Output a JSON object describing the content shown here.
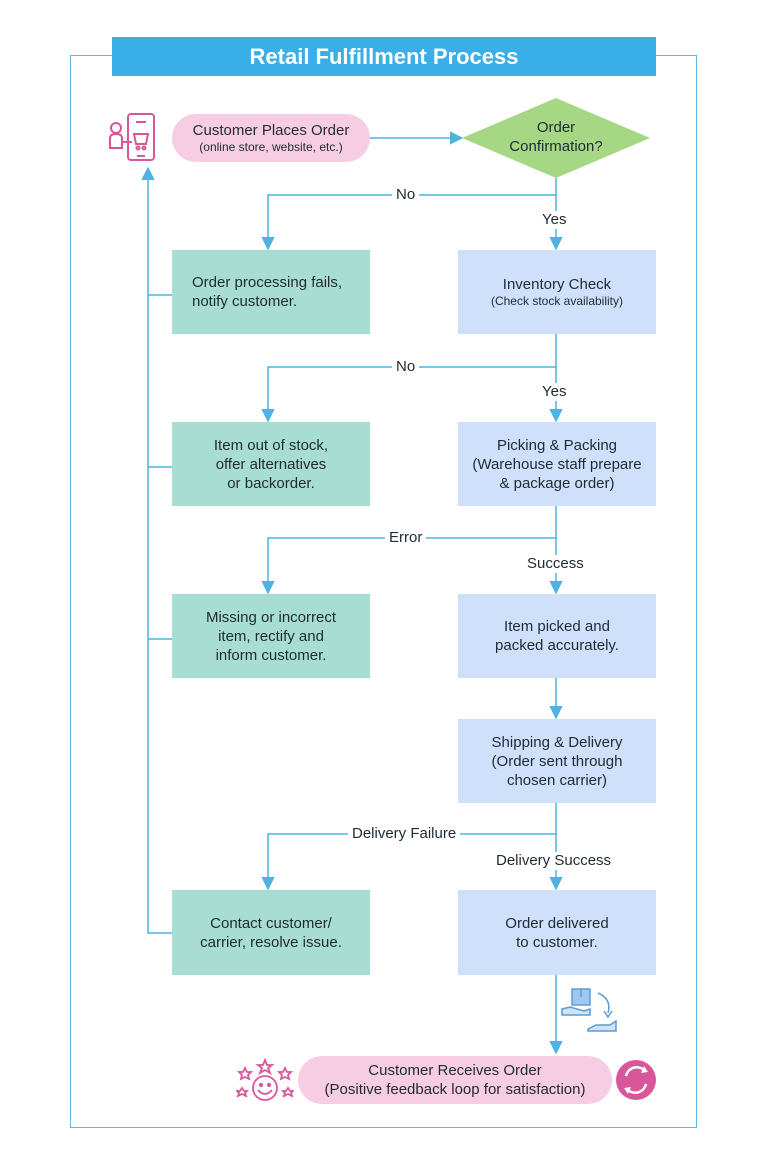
{
  "title": "Retail Fulfillment Process",
  "nodes": {
    "start": {
      "line1": "Customer Places Order",
      "line2": "(online store, website, etc.)"
    },
    "confirm": {
      "line1": "Order",
      "line2": "Confirmation?"
    },
    "fail_order": {
      "line1": "Order processing fails,",
      "line2": "notify customer."
    },
    "inventory": {
      "line1": "Inventory Check",
      "line2": "(Check stock availability)"
    },
    "out_of_stock": {
      "line1": "Item out of stock,",
      "line2": "offer alternatives",
      "line3": "or backorder."
    },
    "picking": {
      "line1": "Picking & Packing",
      "line2": "(Warehouse staff prepare",
      "line3": "& package order)"
    },
    "missing": {
      "line1": "Missing or incorrect",
      "line2": "item, rectify and",
      "line3": "inform customer."
    },
    "picked": {
      "line1": "Item picked and",
      "line2": "packed accurately."
    },
    "shipping": {
      "line1": "Shipping & Delivery",
      "line2": "(Order sent through",
      "line3": "chosen carrier)"
    },
    "contact": {
      "line1": "Contact customer/",
      "line2": "carrier, resolve issue."
    },
    "delivered": {
      "line1": "Order delivered",
      "line2": "to customer."
    },
    "end": {
      "line1": "Customer Receives Order",
      "line2": "(Positive feedback loop for satisfaction)"
    }
  },
  "edge_labels": {
    "no1": "No",
    "yes1": "Yes",
    "no2": "No",
    "yes2": "Yes",
    "error": "Error",
    "success": "Success",
    "delivery_failure": "Delivery Failure",
    "delivery_success": "Delivery Success"
  },
  "colors": {
    "title_bar": "#3aaee6",
    "connector": "#4cb3e3",
    "failure_box": "#a8ddd3",
    "process_box": "#cfe0fb",
    "decision": "#a6d785",
    "terminal": "#f7cde3",
    "icon_pink": "#d8579a"
  },
  "icons": {
    "start": "customer-phone-order-icon",
    "end_left": "happy-customer-stars-icon",
    "end_right": "refresh-cycle-icon",
    "handoff": "package-handoff-icon"
  }
}
